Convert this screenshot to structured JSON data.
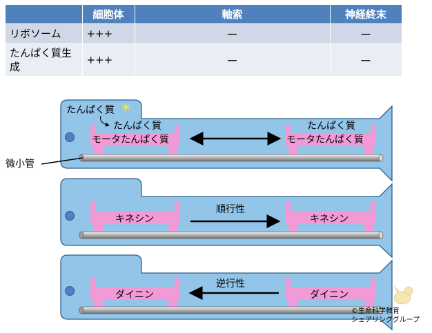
{
  "table": {
    "headers": [
      "",
      "細胞体",
      "軸索",
      "神経終末"
    ],
    "rows": [
      {
        "label": "リボソーム",
        "cells": [
          "+++",
          "ー",
          "ー"
        ]
      },
      {
        "label": "たんぱく質生成",
        "cells": [
          "+++",
          "ー",
          "ー"
        ]
      }
    ]
  },
  "panel1": {
    "cargo_label": "たんぱく質",
    "asterisk": "＊",
    "left_protein": "たんぱく質",
    "left_motor": "モータたんぱく質",
    "right_protein": "たんぱく質",
    "right_motor": "モータたんぱく質",
    "microtubule_label": "微小管"
  },
  "panel2": {
    "left_motor": "キネシン",
    "direction": "順行性",
    "right_motor": "キネシン"
  },
  "panel3": {
    "left_motor": "ダイニン",
    "direction": "逆行性",
    "right_motor": "ダイニン"
  },
  "copyright": {
    "line1": "©生命科学教育",
    "line2": "シェアリンググループ"
  },
  "colors": {
    "header": "#4f81bd",
    "row_dark": "#d0d8e8",
    "row_light": "#e9edf4",
    "neuron_fill": "#92c5e8",
    "neuron_stroke": "#2d5f8a",
    "motor_pink": "#f29ad6",
    "nucleus": "#4f7fc7"
  }
}
